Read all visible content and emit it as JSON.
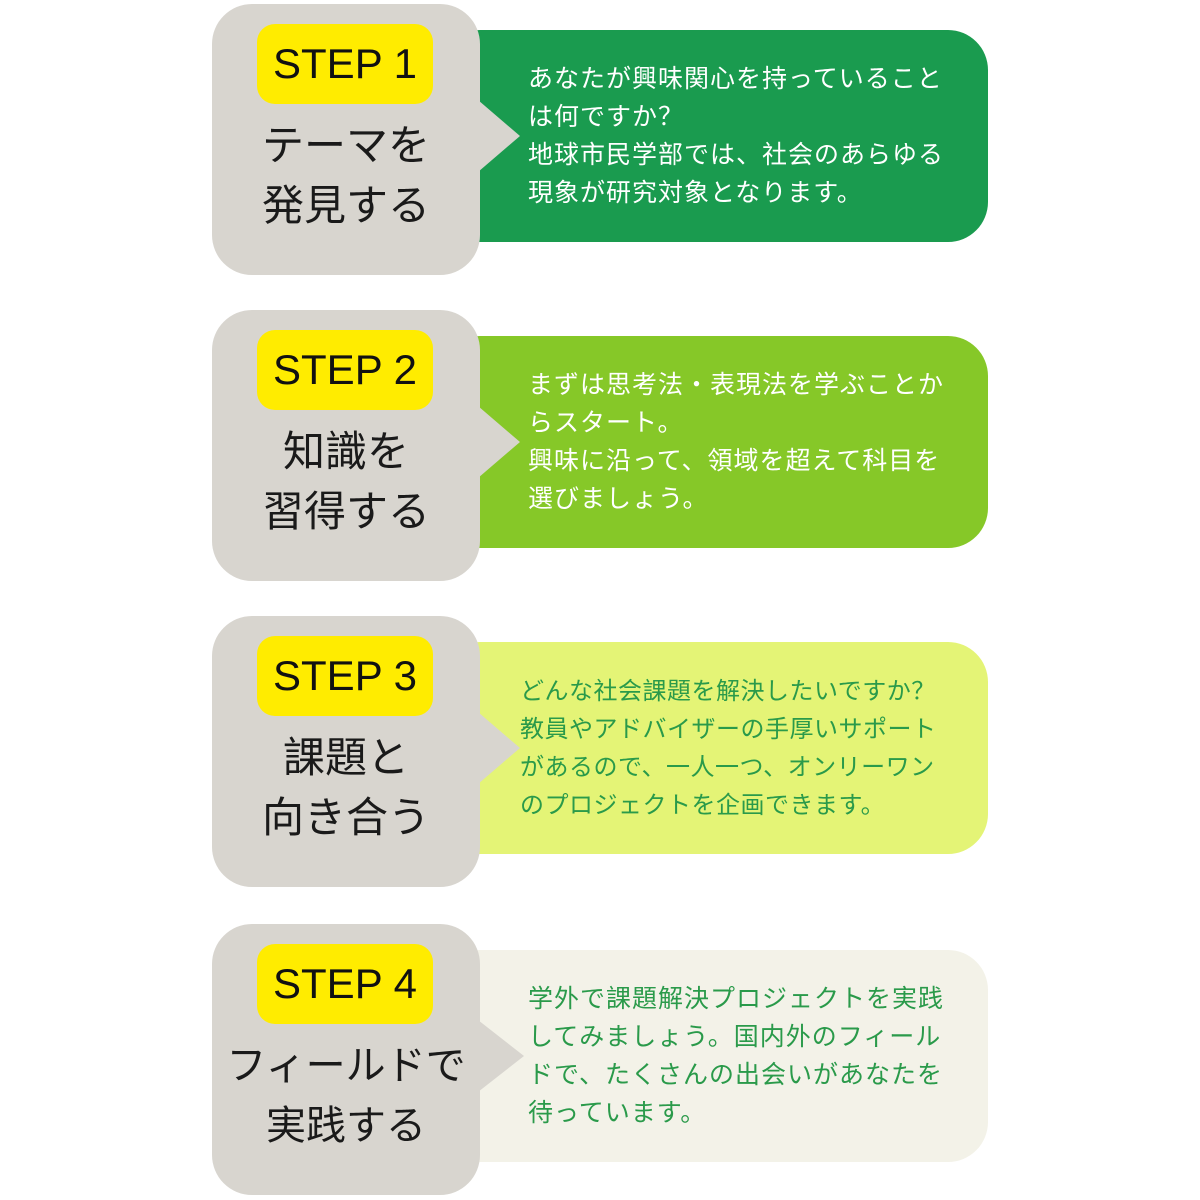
{
  "steps": [
    {
      "badge": "STEP 1",
      "title": [
        "テーマを",
        "発見する"
      ],
      "description": [
        "あなたが興味関心を持っていること",
        "は何ですか？",
        "地球市民学部では、社会のあらゆる",
        "現象が研究対象となります。"
      ],
      "box_color": "#1a9b4f",
      "text_color": "#ffffff"
    },
    {
      "badge": "STEP 2",
      "title": [
        "知識を",
        "習得する"
      ],
      "description": [
        "まずは思考法・表現法を学ぶことか",
        "らスタート。",
        "興味に沿って、領域を超えて科目を",
        "選びましょう。"
      ],
      "box_color": "#86c828",
      "text_color": "#ffffff"
    },
    {
      "badge": "STEP 3",
      "title": [
        "課題と",
        "向き合う"
      ],
      "description": [
        "どんな社会課題を解決したいですか？",
        "教員やアドバイザーの手厚いサポート",
        "があるので、一人一つ、オンリーワン",
        "のプロジェクトを企画できます。"
      ],
      "box_color": "#e4f476",
      "text_color": "#2a9a4a"
    },
    {
      "badge": "STEP 4",
      "title": [
        "フィールドで",
        "実践する"
      ],
      "description": [
        "学外で課題解決プロジェクトを実践",
        "してみましょう。国内外のフィール",
        "ドで、たくさんの出会いがあなたを",
        "待っています。"
      ],
      "box_color": "#f3f2e8",
      "text_color": "#2a9a4a"
    }
  ],
  "colors": {
    "title_box": "#d8d5cf",
    "badge": "#ffec00"
  }
}
